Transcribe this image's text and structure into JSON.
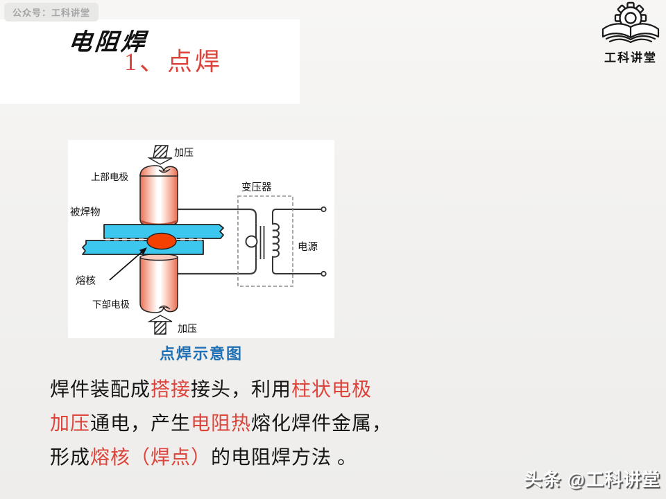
{
  "slide": {
    "badge": "公众号：工科讲堂",
    "logo_text": "工科讲堂",
    "title_main": "电阻焊",
    "title_sub": "1、点焊",
    "watermark": "头条 @工科讲堂"
  },
  "diagram": {
    "caption": "点焊示意图",
    "labels": {
      "press_top": "加压",
      "upper_electrode": "上部电极",
      "transformer": "变压器",
      "workpiece": "被焊物",
      "power_source": "电源",
      "nugget": "熔核",
      "lower_electrode": "下部电极",
      "press_bottom": "加压"
    }
  },
  "body_text": {
    "lines": [
      {
        "segments": [
          {
            "t": "焊件装配成",
            "c": "dark"
          },
          {
            "t": "搭接",
            "c": "red"
          },
          {
            "t": "接头，利用",
            "c": "dark"
          },
          {
            "t": "柱状电极",
            "c": "red"
          }
        ]
      },
      {
        "segments": [
          {
            "t": "加压",
            "c": "red"
          },
          {
            "t": "通电，产生",
            "c": "dark"
          },
          {
            "t": "电阻热",
            "c": "red"
          },
          {
            "t": "熔化焊件金属，",
            "c": "dark"
          }
        ]
      },
      {
        "segments": [
          {
            "t": "形成",
            "c": "dark"
          },
          {
            "t": "熔核（焊点）",
            "c": "red"
          },
          {
            "t": "的电阻焊方法 。",
            "c": "dark"
          }
        ]
      }
    ]
  },
  "colors": {
    "accent_red": "#dc443c",
    "caption_blue": "#1f6fb5",
    "plate_cyan": "#3cc7ef",
    "nugget_red": "#f54100",
    "electrode_salmon": "#e8664a"
  }
}
